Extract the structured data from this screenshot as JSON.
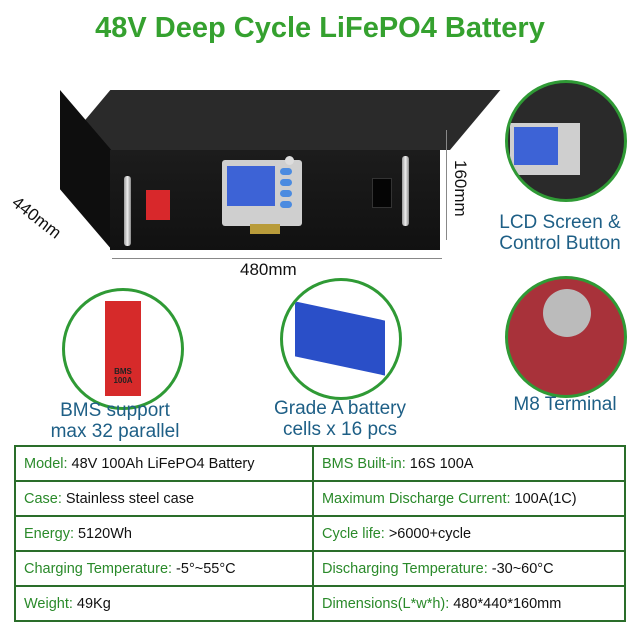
{
  "title": "48V Deep Cycle LiFePO4 Battery",
  "dimensions": {
    "height": "160mm",
    "depth": "440mm",
    "width": "480mm"
  },
  "features": [
    {
      "caption_lines": [
        "LCD Screen &",
        "Control Button"
      ]
    },
    {
      "caption_lines": [
        "BMS support",
        "max 32 parallel"
      ],
      "image_text": "BMS 100A"
    },
    {
      "caption_lines": [
        "Grade A battery",
        "cells x 16 pcs"
      ]
    },
    {
      "caption_lines": [
        "M8 Terminal"
      ]
    }
  ],
  "specs": [
    [
      {
        "label": "Model:",
        "value": "48V 100Ah LiFePO4 Battery"
      },
      {
        "label": "BMS Built-in:",
        "value": "16S 100A"
      }
    ],
    [
      {
        "label": "Case:",
        "value": "Stainless steel case"
      },
      {
        "label": "Maximum Discharge Current:",
        "value": "100A(1C)"
      }
    ],
    [
      {
        "label": "Energy:",
        "value": "5120Wh"
      },
      {
        "label": "Cycle life:",
        "value": ">6000+cycle"
      }
    ],
    [
      {
        "label": "Charging Temperature:",
        "value": "-5°~55°C"
      },
      {
        "label": "Discharging Temperature:",
        "value": "-30~60°C"
      }
    ],
    [
      {
        "label": "Weight:",
        "value": "49Kg"
      },
      {
        "label": "Dimensions(L*w*h):",
        "value": "480*440*160mm"
      }
    ]
  ],
  "colors": {
    "title": "#35a12f",
    "caption": "#1e5f86",
    "table_border": "#2a6d2a",
    "table_label": "#2a8a2a"
  }
}
